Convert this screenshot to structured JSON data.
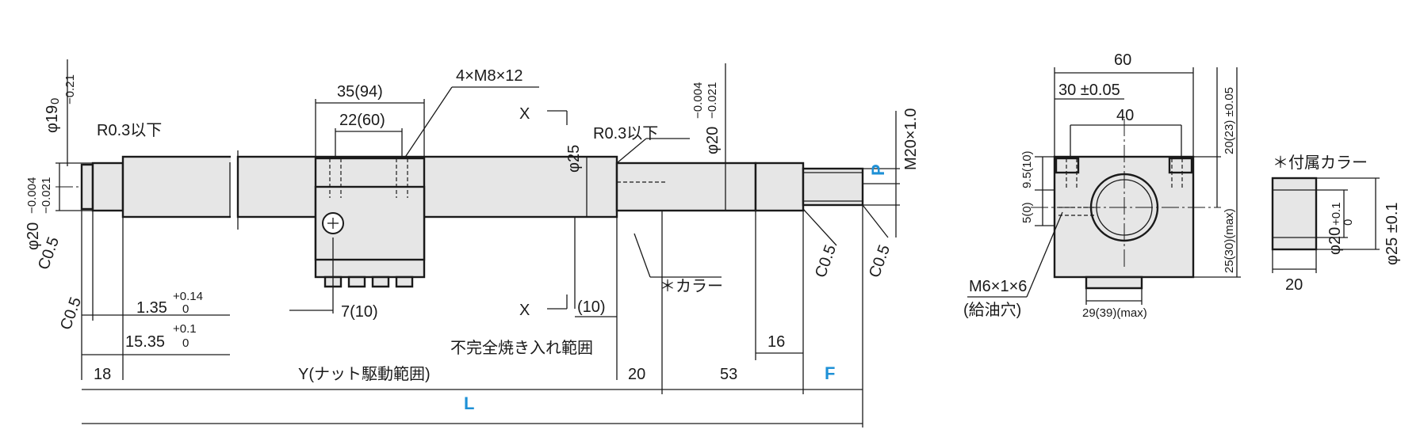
{
  "colors": {
    "line": "#1a1a1a",
    "fill": "#e6e6e6",
    "accent": "#1e90d6"
  },
  "labels": {
    "phi19": "φ19",
    "phi19_tol_upper": "0",
    "phi19_tol_lower": "−0.21",
    "r03_left": "R0.3以下",
    "phi20_left": "φ20",
    "phi20_tol_upper": "−0.004",
    "phi20_tol_lower": "−0.021",
    "c05_left_top": "C0.5",
    "c05_left_bottom": "C0.5",
    "nut_width": "35(94)",
    "nut_inner": "22(60)",
    "nut_holes": "4×M8×12",
    "nut_offset": "7(10)",
    "dim_135": "1.35",
    "dim_135_upper": "+0.14",
    "dim_135_lower": "0",
    "dim_1535": "15.35",
    "dim_1535_upper": "+0.1",
    "dim_1535_lower": "0",
    "section_x_top": "X",
    "section_x_bottom": "X",
    "phi25": "φ25",
    "r03_right": "R0.3以下",
    "phi20_right": "φ20",
    "phi20_right_upper": "−0.004",
    "phi20_right_lower": "−0.021",
    "thread": "M20×1.0",
    "p_label": "P",
    "collar_note": "＊カラー",
    "dim_10": "(10)",
    "quench_note": "不完全焼き入れ範囲",
    "c05_right1": "C0.5",
    "c05_right2": "C0.5",
    "dim_16": "16",
    "dim_18": "18",
    "y_label": "Y(ナット駆動範囲)",
    "dim_20": "20",
    "dim_53": "53",
    "f_label": "F",
    "l_label": "L"
  },
  "side_view": {
    "width": "60",
    "half": "30 ±0.05",
    "pitch": "40",
    "height_top": "20(23) ±0.05",
    "h95": "9.5(10)",
    "h50": "5(0)",
    "h25": "25(30)(max)",
    "bottom_width": "29(39)(max)",
    "oil_hole": "M6×1×6",
    "oil_hole_note": "(給油穴)"
  },
  "collar": {
    "title": "＊付属カラー",
    "phi20": "φ20",
    "phi20_upper": "+0.1",
    "phi20_lower": "0",
    "phi25": "φ25 ±0.1",
    "length": "20"
  }
}
